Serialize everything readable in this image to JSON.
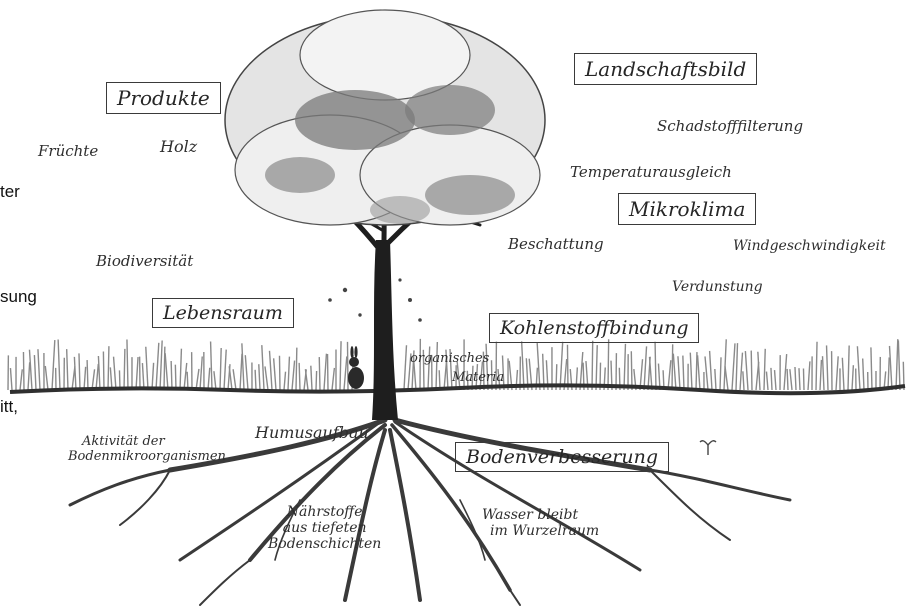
{
  "colors": {
    "ink": "#2e2e2e",
    "dark_canopy": "#6f6f6f",
    "light_canopy": "#d9d9d9",
    "ground": "#3a3a3a",
    "grass": "#8a8a8a"
  },
  "left_cut_text": {
    "line1": "ter",
    "line2": "sung",
    "line3": "itt,"
  },
  "categories": {
    "produkte": "Produkte",
    "landschaftsbild": "Landschaftsbild",
    "mikroklima": "Mikroklima",
    "lebensraum": "Lebensraum",
    "kohlenstoffbindung": "Kohlenstoffbindung",
    "bodenverbesserung": "Bodenverbesserung"
  },
  "labels": {
    "fruechte": "Früchte",
    "holz": "Holz",
    "schadstofffilterung": "Schadstofffilterung",
    "temperaturausgleich": "Temperaturausgleich",
    "beschattung": "Beschattung",
    "windgeschwindigkeit": "Windgeschwindigkeit",
    "verdunstung": "Verdunstung",
    "biodiversitaet": "Biodiversität",
    "organisches": "organisches",
    "materia": "Materia",
    "humusaufbau": "Humusaufbau",
    "aktivitaet_line1": "Aktivität der",
    "aktivitaet_line2": "Bodenmikroorganismen",
    "naehrstoffe_line1": "Nährstoffe",
    "naehrstoffe_line2": "aus tiefeten",
    "naehrstoffe_line3": "Bodenschichten",
    "wasser_line1": "Wasser bleibt",
    "wasser_line2": "im Wurzelraum"
  }
}
